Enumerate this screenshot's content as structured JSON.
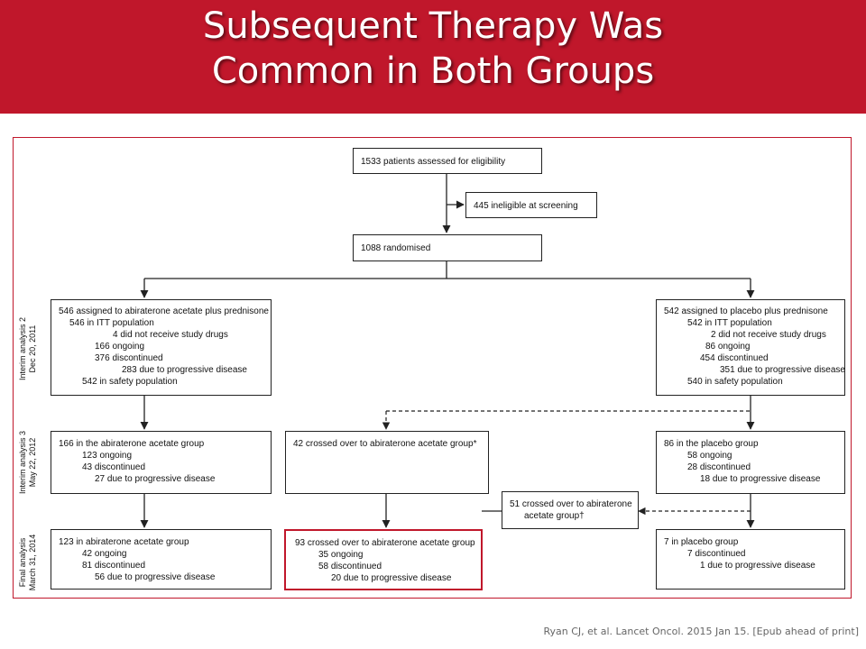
{
  "slide": {
    "title_line1": "Subsequent Therapy Was",
    "title_line2": "Common in Both Groups",
    "citation": "Ryan CJ, et al. Lancet Oncol. 2015 Jan 15. [Epub ahead of print]",
    "accent_color": "#c0172b"
  },
  "phases": {
    "ia2": [
      "Interim analysis 2",
      "Dec 20, 2011"
    ],
    "ia3": [
      "Interim analysis 3",
      "May 22, 2012"
    ],
    "final": [
      "Final analysis",
      "March 31, 2014"
    ]
  },
  "boxes": {
    "assessed": "1533 patients assessed for eligibility",
    "ineligible": "445 ineligible at screening",
    "randomised": "1088 randomised",
    "abi_ia2": [
      "546 assigned to abiraterone acetate plus prednisone",
      "546 in ITT population",
      "4 did not receive study drugs",
      "166 ongoing",
      "376 discontinued",
      "283 due to progressive disease",
      "542 in safety population"
    ],
    "pla_ia2": [
      "542 assigned to placebo plus prednisone",
      "542 in ITT population",
      "2 did not receive study drugs",
      "86 ongoing",
      "454 discontinued",
      "351 due to progressive disease",
      "540 in safety population"
    ],
    "abi_ia3": [
      "166 in the abiraterone acetate group",
      "123 ongoing",
      "43 discontinued",
      "27 due to progressive disease"
    ],
    "cross_ia3": "42 crossed over to abiraterone acetate group*",
    "pla_ia3": [
      "86 in the placebo group",
      "58 ongoing",
      "28 discontinued",
      "18 due to progressive disease"
    ],
    "cross51": [
      "51 crossed over to abiraterone",
      "acetate group†"
    ],
    "abi_final": [
      "123 in abiraterone acetate group",
      "42 ongoing",
      "81 discontinued",
      "56 due to progressive disease"
    ],
    "cross_final": [
      "93 crossed over to abiraterone acetate group",
      "35 ongoing",
      "58 discontinued",
      "20 due to progressive disease"
    ],
    "pla_final": [
      "7 in placebo group",
      "7 discontinued",
      "1 due to progressive disease"
    ]
  }
}
